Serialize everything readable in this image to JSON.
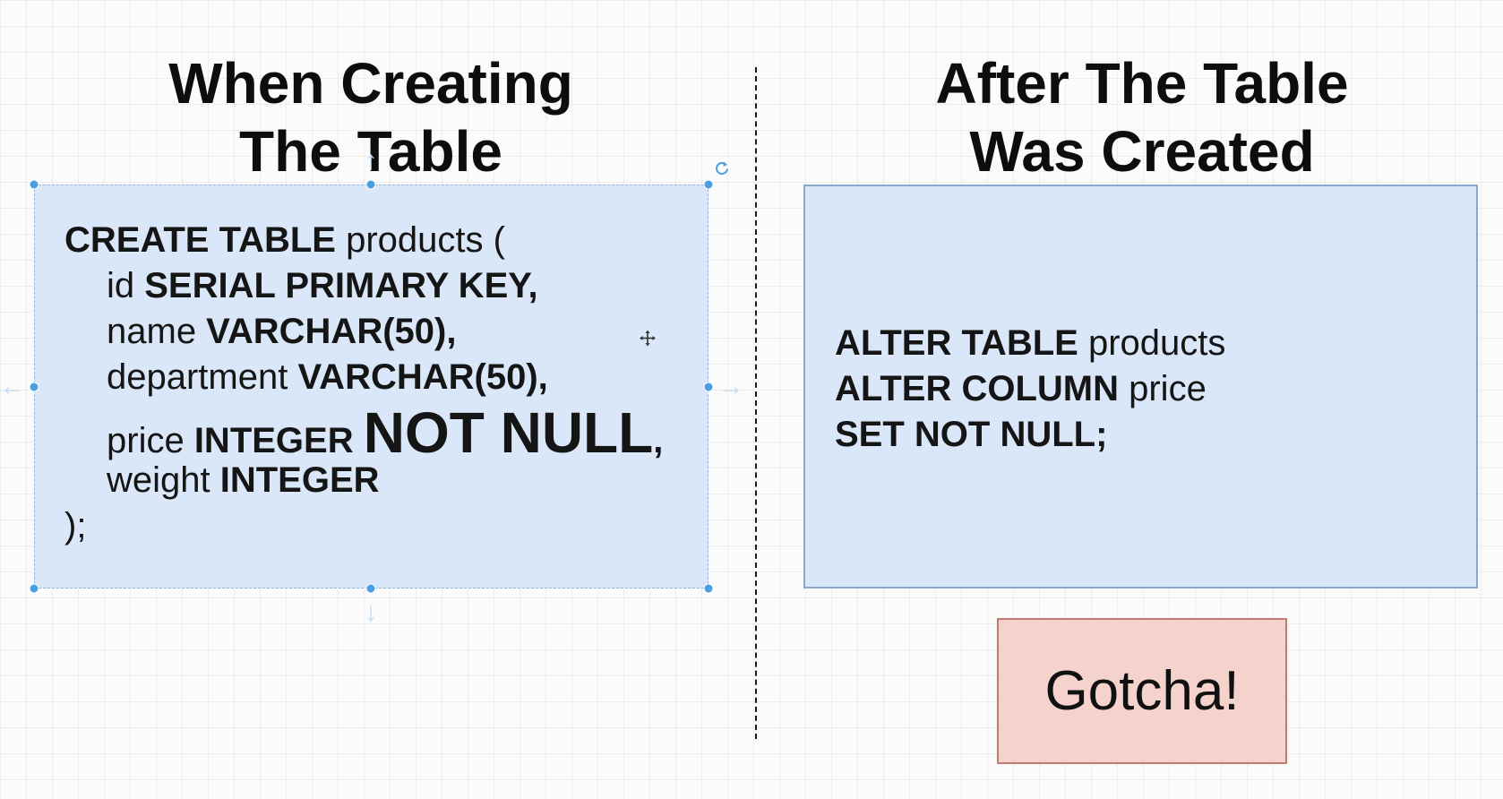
{
  "left_heading": {
    "line1": "When Creating",
    "line2": "The Table"
  },
  "right_heading": {
    "line1": "After The Table",
    "line2": "Was Created"
  },
  "create_statement": {
    "line1": {
      "kw": "CREATE TABLE",
      "rest": " products ("
    },
    "line2": {
      "name": "id ",
      "type": "SERIAL PRIMARY KEY,"
    },
    "line3": {
      "name": "name ",
      "type": "VARCHAR(50),"
    },
    "line4": {
      "name": "department ",
      "type": "VARCHAR(50),"
    },
    "line5": {
      "name": "price ",
      "type": "INTEGER ",
      "emphasis": "NOT NULL",
      "comma": ","
    },
    "line6": {
      "name": "weight ",
      "type": "INTEGER"
    },
    "line7": ");"
  },
  "alter_statement": {
    "line1": {
      "kw": "ALTER TABLE",
      "rest": " products"
    },
    "line2": {
      "kw": "ALTER COLUMN",
      "rest": " price"
    },
    "line3": {
      "kw": "SET NOT NULL;"
    }
  },
  "callout": {
    "label": "Gotcha!"
  },
  "colors": {
    "code_box_fill": "#dae7f8",
    "code_box_border": "#8aa7cf",
    "callout_fill": "#f5d3cc",
    "callout_border": "#c07b6f",
    "selection_handle": "#4a9fe0"
  },
  "icons": {
    "rotate": "rotate-icon",
    "move": "move-icon",
    "resize": "resize-arrow-icon"
  }
}
